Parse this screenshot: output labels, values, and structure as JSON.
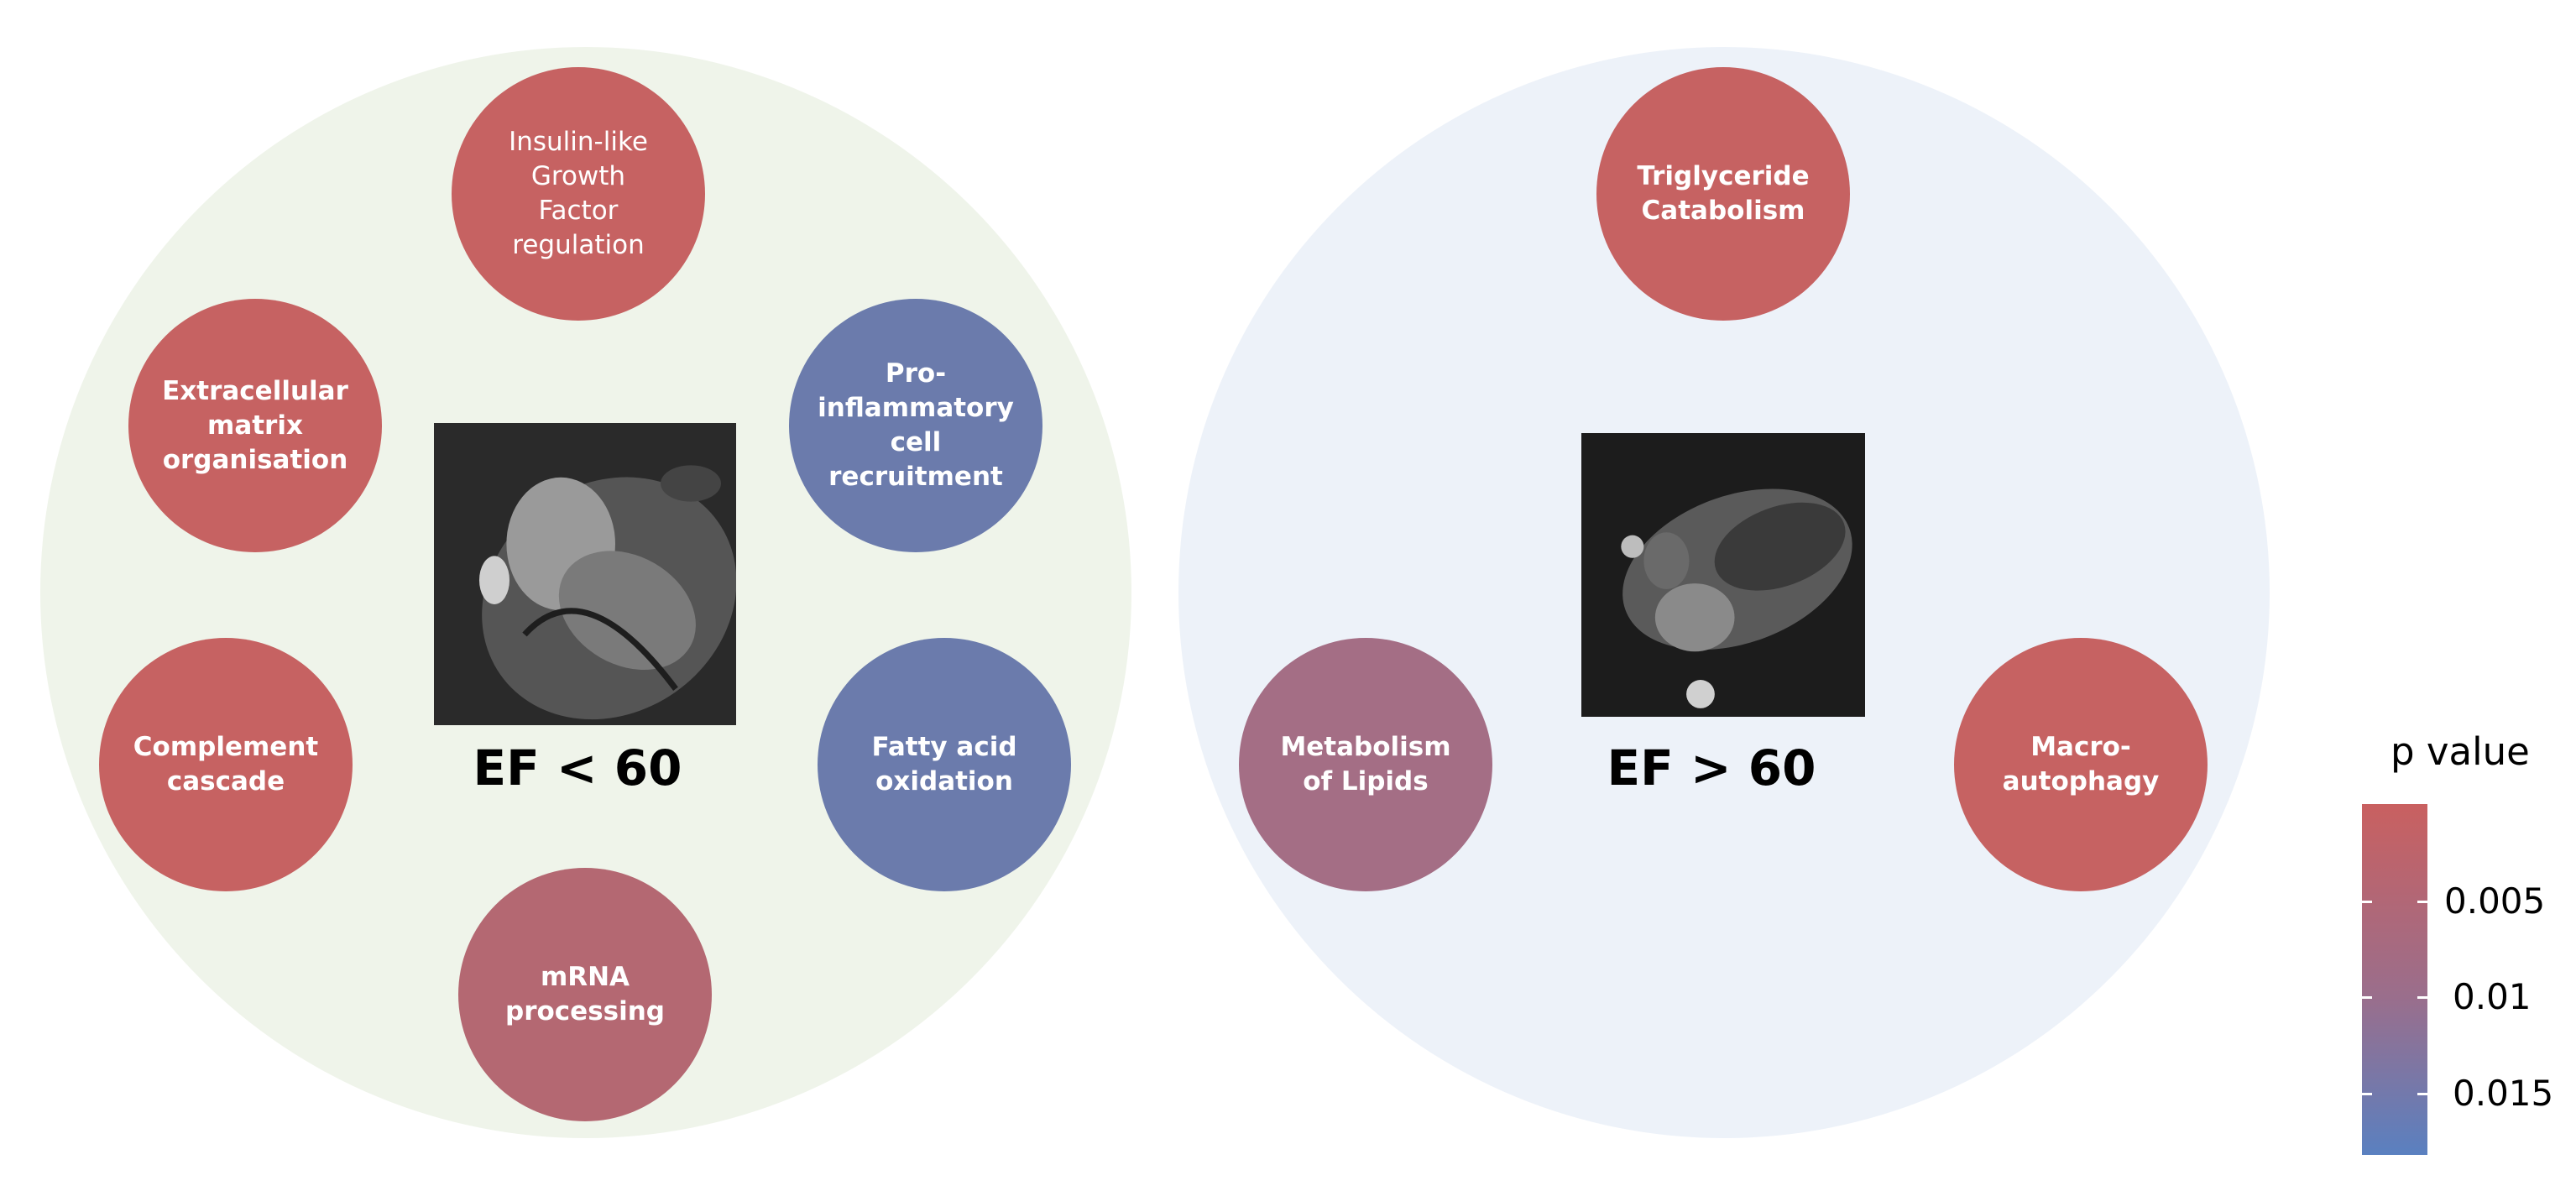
{
  "colors": {
    "left_group_bg": "#eff4ea",
    "right_group_bg": "#edf2f9",
    "red_node": "#c66262",
    "blue_node": "#6b7bac",
    "mid_red_node": "#b46872",
    "mauve_node": "#a46e85"
  },
  "groups": {
    "left": {
      "label": "EF < 60",
      "nodes": [
        {
          "text": "Insulin-like\nGrowth\nFactor\nregulation",
          "color": "#c66262",
          "weight": "light"
        },
        {
          "text": "Extracellular\nmatrix\norganisation",
          "color": "#c66262",
          "weight": "bold"
        },
        {
          "text": "Pro-\ninflammatory\ncell\nrecruitment",
          "color": "#6b7bac",
          "weight": "bold"
        },
        {
          "text": "Complement\ncascade",
          "color": "#c66262",
          "weight": "bold"
        },
        {
          "text": "Fatty acid\noxidation",
          "color": "#6b7bac",
          "weight": "bold"
        },
        {
          "text": "mRNA\nprocessing",
          "color": "#b46872",
          "weight": "bold"
        }
      ]
    },
    "right": {
      "label": "EF > 60",
      "nodes": [
        {
          "text": "Triglyceride\nCatabolism",
          "color": "#c66262",
          "weight": "bold"
        },
        {
          "text": "Metabolism\nof Lipids",
          "color": "#a46e85",
          "weight": "bold"
        },
        {
          "text": "Macro-\nautophagy",
          "color": "#c66262",
          "weight": "bold"
        }
      ]
    }
  },
  "legend": {
    "title": "p value",
    "ticks": [
      "0.005",
      "0.01",
      "0.015"
    ],
    "color_top": "#c96060",
    "color_bottom": "#5a80c0"
  }
}
